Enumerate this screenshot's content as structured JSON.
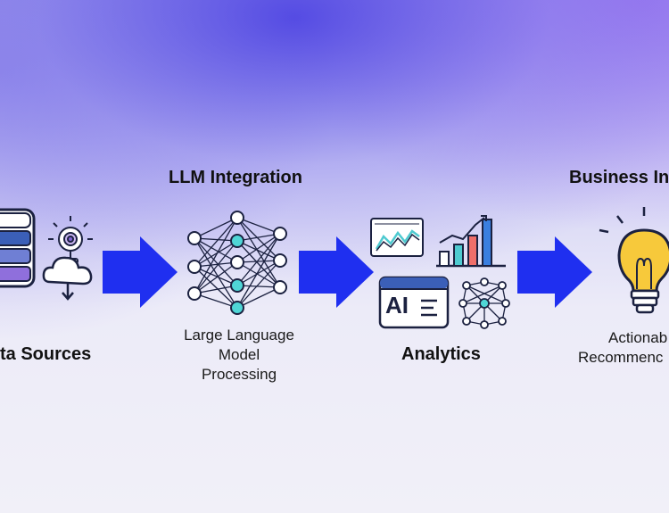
{
  "stages": [
    {
      "title": "",
      "caption": "ta Sources"
    },
    {
      "title": "LLM Integration",
      "caption_lines": [
        "Large Language",
        "Model",
        "Processing"
      ]
    },
    {
      "title": "",
      "caption": "Analytics",
      "badge": "AI"
    },
    {
      "title": "Business In",
      "caption_lines": [
        "Actionab",
        "Recommenc"
      ]
    }
  ],
  "colors": {
    "arrow": "#1f2ff0",
    "database_purple": "#7466d8",
    "database_blue": "#3b5fb8",
    "node_teal": "#4fd6d6",
    "bulb_yellow": "#f7c93b",
    "line_dark": "#1b2140",
    "chart_red": "#ef6f6a",
    "chart_blue": "#3a7fe0",
    "chart_teal": "#4ecad0"
  },
  "icons": [
    "database-icon",
    "webcam-icon",
    "cloud-icon",
    "neural-network-icon",
    "line-chart-icon",
    "bar-chart-icon",
    "ai-window-icon",
    "network-icon",
    "lightbulb-icon"
  ]
}
